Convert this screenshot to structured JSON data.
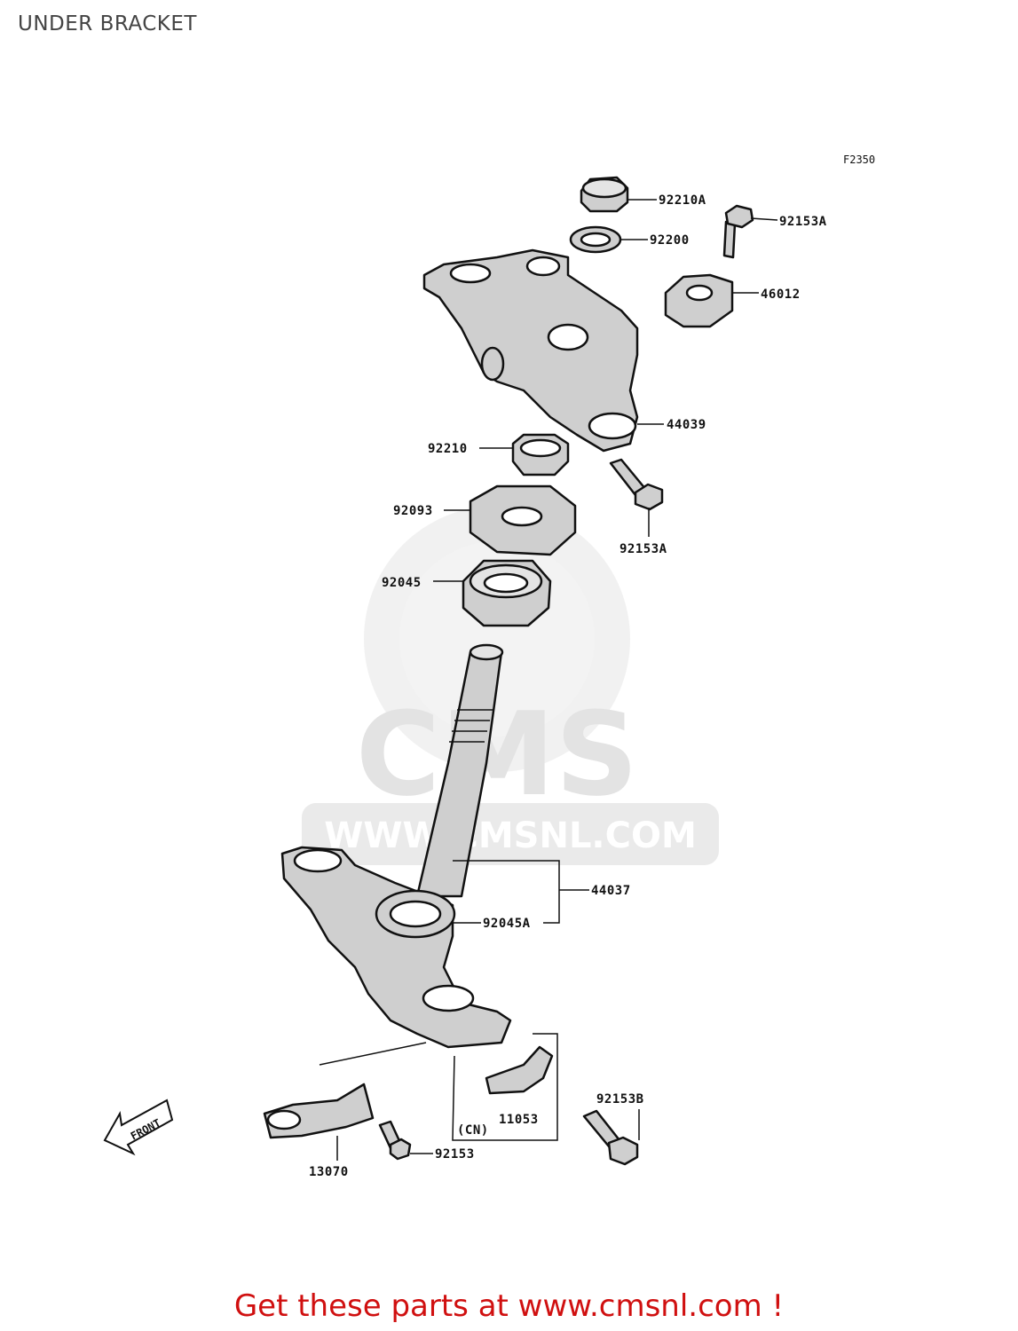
{
  "header": {
    "title": "UNDER BRACKET"
  },
  "figure_code": "F2350",
  "watermark": {
    "brand": "CMS",
    "url": "WWW.CMSNL.COM"
  },
  "parts": {
    "p92210A": "92210A",
    "p92153A_top": "92153A",
    "p92200": "92200",
    "p46012": "46012",
    "p44039": "44039",
    "p92210": "92210",
    "p92093": "92093",
    "p92153A_mid": "92153A",
    "p92045": "92045",
    "p44037": "44037",
    "p92045A": "92045A",
    "p92153B": "92153B",
    "p11053": "11053",
    "pCN": "(CN)",
    "p92153": "92153",
    "p13070": "13070"
  },
  "direction_marker": "FRONT",
  "footer": {
    "link_text": "Get these parts at www.cmsnl.com !"
  },
  "colors": {
    "footer_link": "#d01010",
    "part_fill": "#cfcfcf",
    "watermark": "#e6e6e6"
  }
}
